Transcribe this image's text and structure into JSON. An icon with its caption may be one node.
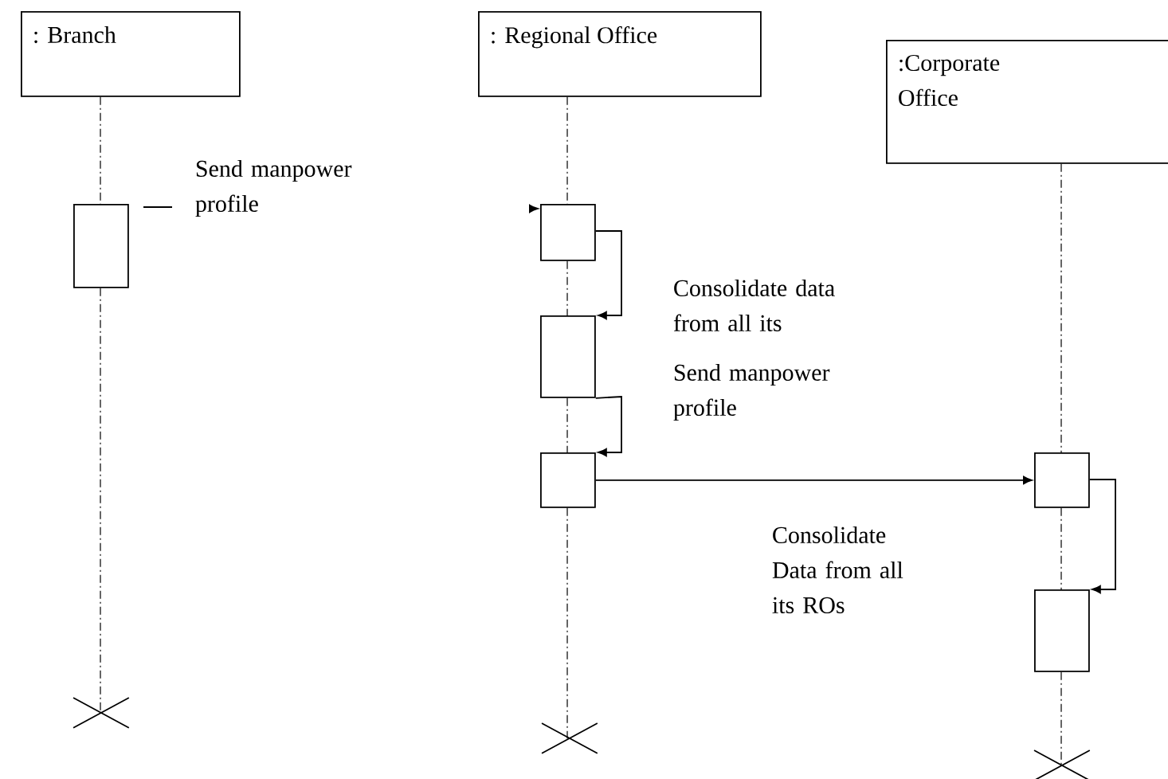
{
  "diagram": {
    "nodes": [
      {
        "text": [
          ": Branch"
        ]
      },
      {
        "text": [
          ": Regional Office"
        ]
      },
      {
        "text": [
          ":Corporate Office"
        ]
      },
      {
        "text": [],
        "shape": "box"
      },
      {
        "text": [],
        "shape": "box"
      },
      {
        "text": [],
        "shape": "box"
      },
      {
        "text": [],
        "shape": "box"
      },
      {
        "text": [],
        "shape": "box"
      },
      {
        "text": [],
        "shape": "box"
      },
      {
        "text": [],
        "shape": "cross"
      },
      {
        "text": [],
        "shape": "cross"
      },
      {
        "text": [],
        "shape": "cross"
      }
    ],
    "edges": [
      {
        "from": null,
        "to": 4,
        "arrow": "to"
      },
      {
        "from": 4,
        "to": 5,
        "arrow": "to",
        "label": "Consolidate data from all its"
      },
      {
        "from": 5,
        "to": 6,
        "arrow": "to"
      },
      {
        "from": 6,
        "to": 7,
        "arrow": "to",
        "label": "Send manpower profile"
      },
      {
        "from": 7,
        "to": 8,
        "arrow": "to"
      },
      {
        "from": 0,
        "to": 3,
        "arrow": "none",
        "style": "dashed"
      },
      {
        "from": 3,
        "to": 9,
        "arrow": "none",
        "style": "dashed"
      },
      {
        "from": 1,
        "to": 4,
        "arrow": "none",
        "style": "dashed"
      },
      {
        "from": 4,
        "to": 5,
        "arrow": "none",
        "style": "dashed"
      },
      {
        "from": 5,
        "to": 6,
        "arrow": "none",
        "style": "dashed"
      },
      {
        "from": 6,
        "to": 10,
        "arrow": "none",
        "style": "dashed"
      },
      {
        "from": 2,
        "to": 7,
        "arrow": "none",
        "style": "dashed"
      },
      {
        "from": 7,
        "to": 8,
        "arrow": "none",
        "style": "dashed"
      },
      {
        "from": 8,
        "to": 11,
        "arrow": "none",
        "style": "dashed"
      }
    ],
    "labels": [
      "Send manpower profile",
      "Consolidate Data from all its ROs"
    ]
  }
}
